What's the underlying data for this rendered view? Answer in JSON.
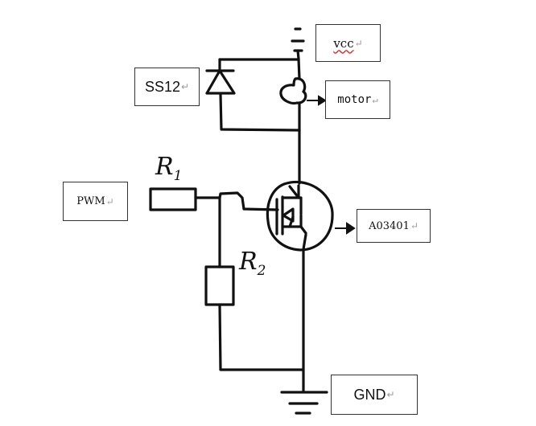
{
  "labels": {
    "vcc": {
      "text": "vcc",
      "mark": "↵"
    },
    "ss12": {
      "text": "SS12",
      "mark": "↵"
    },
    "motor": {
      "text": "motor",
      "mark": "↵"
    },
    "pwm": {
      "text": "PWM",
      "mark": "↵"
    },
    "ao3401": {
      "text": "A03401",
      "mark": "↵"
    },
    "gnd": {
      "text": "GND",
      "mark": "↵"
    }
  },
  "components": {
    "r1": {
      "letter": "R",
      "sub": "1"
    },
    "r2": {
      "letter": "R",
      "sub": "2"
    }
  }
}
